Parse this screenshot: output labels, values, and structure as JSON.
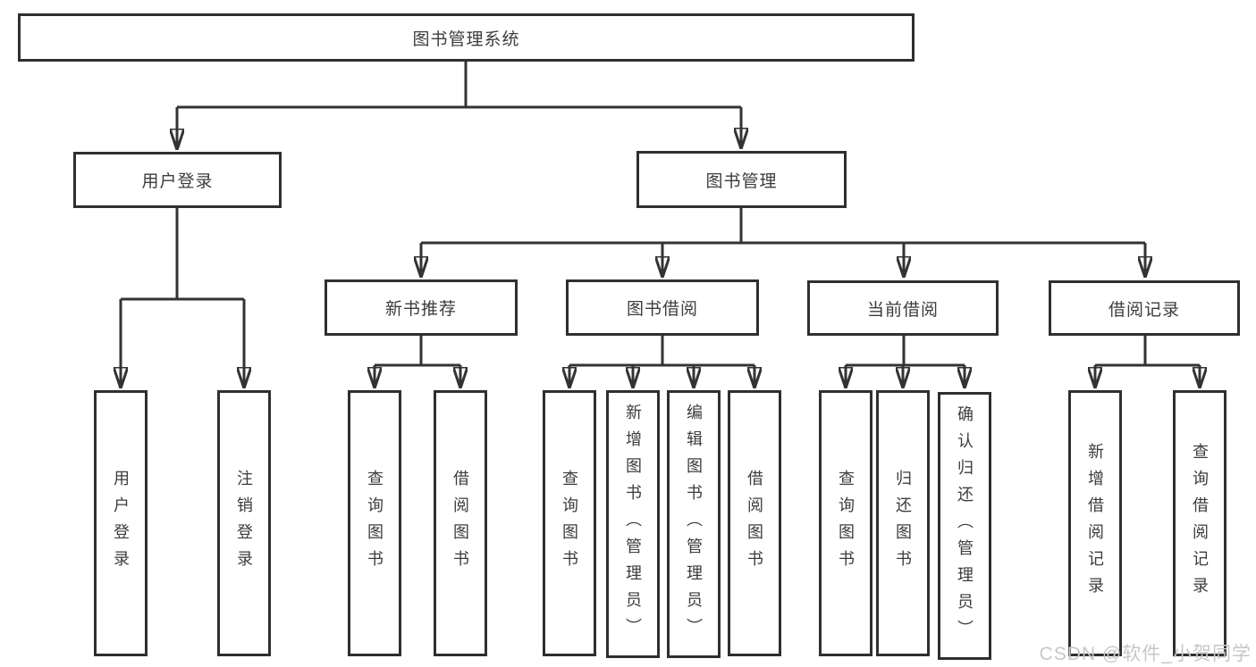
{
  "diagram": {
    "title": "图书管理系统",
    "colors": {
      "line": "#333333",
      "box_border": "#2f2f2f",
      "box_background": "#ffffff",
      "text": "#3c3c3c",
      "watermark": "#c7c7c7"
    },
    "nodes": {
      "root": {
        "label": "图书管理系统"
      },
      "userLogin": {
        "label": "用户登录",
        "children": [
          {
            "label": "用户登录"
          },
          {
            "label": "注销登录"
          }
        ]
      },
      "bookManagement": {
        "label": "图书管理"
      },
      "newBookRec": {
        "label": "新书推荐",
        "children": [
          {
            "label": "查询图书"
          },
          {
            "label": "借阅图书"
          }
        ]
      },
      "bookBorrow": {
        "label": "图书借阅",
        "children": [
          {
            "label": "查询图书"
          },
          {
            "label": "新增图书（管理员）"
          },
          {
            "label": "编辑图书（管理员）"
          },
          {
            "label": "借阅图书"
          }
        ]
      },
      "currentBorrow": {
        "label": "当前借阅",
        "children": [
          {
            "label": "查询图书"
          },
          {
            "label": "归还图书"
          },
          {
            "label": "确认归还（管理员）"
          }
        ]
      },
      "borrowRecords": {
        "label": "借阅记录",
        "children": [
          {
            "label": "新增借阅记录"
          },
          {
            "label": "查询借阅记录"
          }
        ]
      }
    },
    "watermark": "CSDN @软件_小贺同学"
  }
}
